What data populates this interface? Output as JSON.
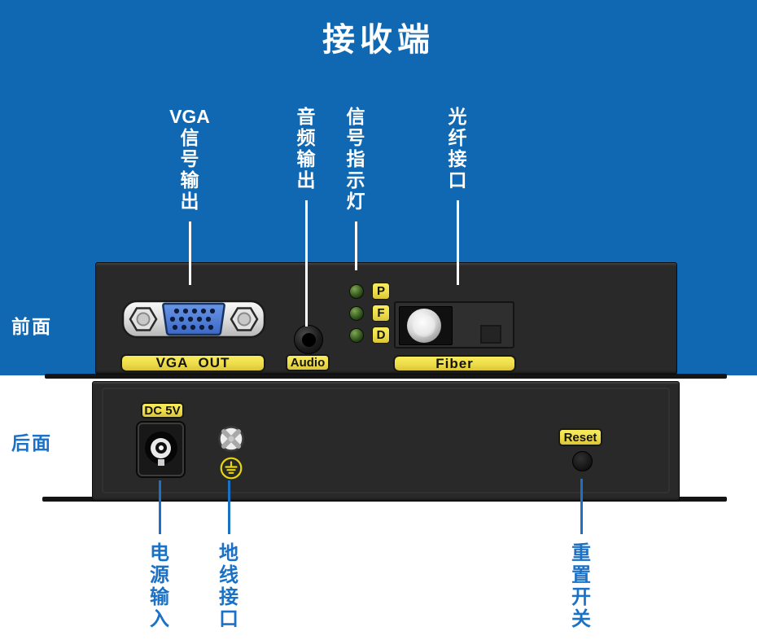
{
  "title": "接收端",
  "colors": {
    "background_blue": "#1168b2",
    "callout_blue": "#1b71c6",
    "label_yellow": "#eedd4a",
    "chassis_black": "#292929",
    "led_green": "#35591f"
  },
  "side_labels": {
    "front": "前面",
    "back": "后面"
  },
  "callouts_top": [
    {
      "name": "vga-signal-output",
      "lines": [
        "VGA",
        "信",
        "号",
        "输",
        "出"
      ]
    },
    {
      "name": "audio-output",
      "lines": [
        "音",
        "频",
        "输",
        "出"
      ]
    },
    {
      "name": "signal-indicator-led",
      "lines": [
        "信",
        "号",
        "指",
        "示",
        "灯"
      ]
    },
    {
      "name": "fiber-port",
      "lines": [
        "光",
        "纤",
        "接",
        "口"
      ]
    }
  ],
  "callouts_bottom": [
    {
      "name": "power-input",
      "lines": [
        "电",
        "源",
        "输",
        "入"
      ]
    },
    {
      "name": "ground-wire-port",
      "lines": [
        "地",
        "线",
        "接",
        "口"
      ]
    },
    {
      "name": "reset-switch",
      "lines": [
        "重",
        "置",
        "开",
        "关"
      ]
    }
  ],
  "front_panel": {
    "vga_label": "VGA OUT",
    "audio_label": "Audio",
    "fiber_label": "Fiber",
    "led_labels": [
      "P",
      "F",
      "D"
    ]
  },
  "back_panel": {
    "dc_label": "DC 5V",
    "reset_label": "Reset"
  }
}
